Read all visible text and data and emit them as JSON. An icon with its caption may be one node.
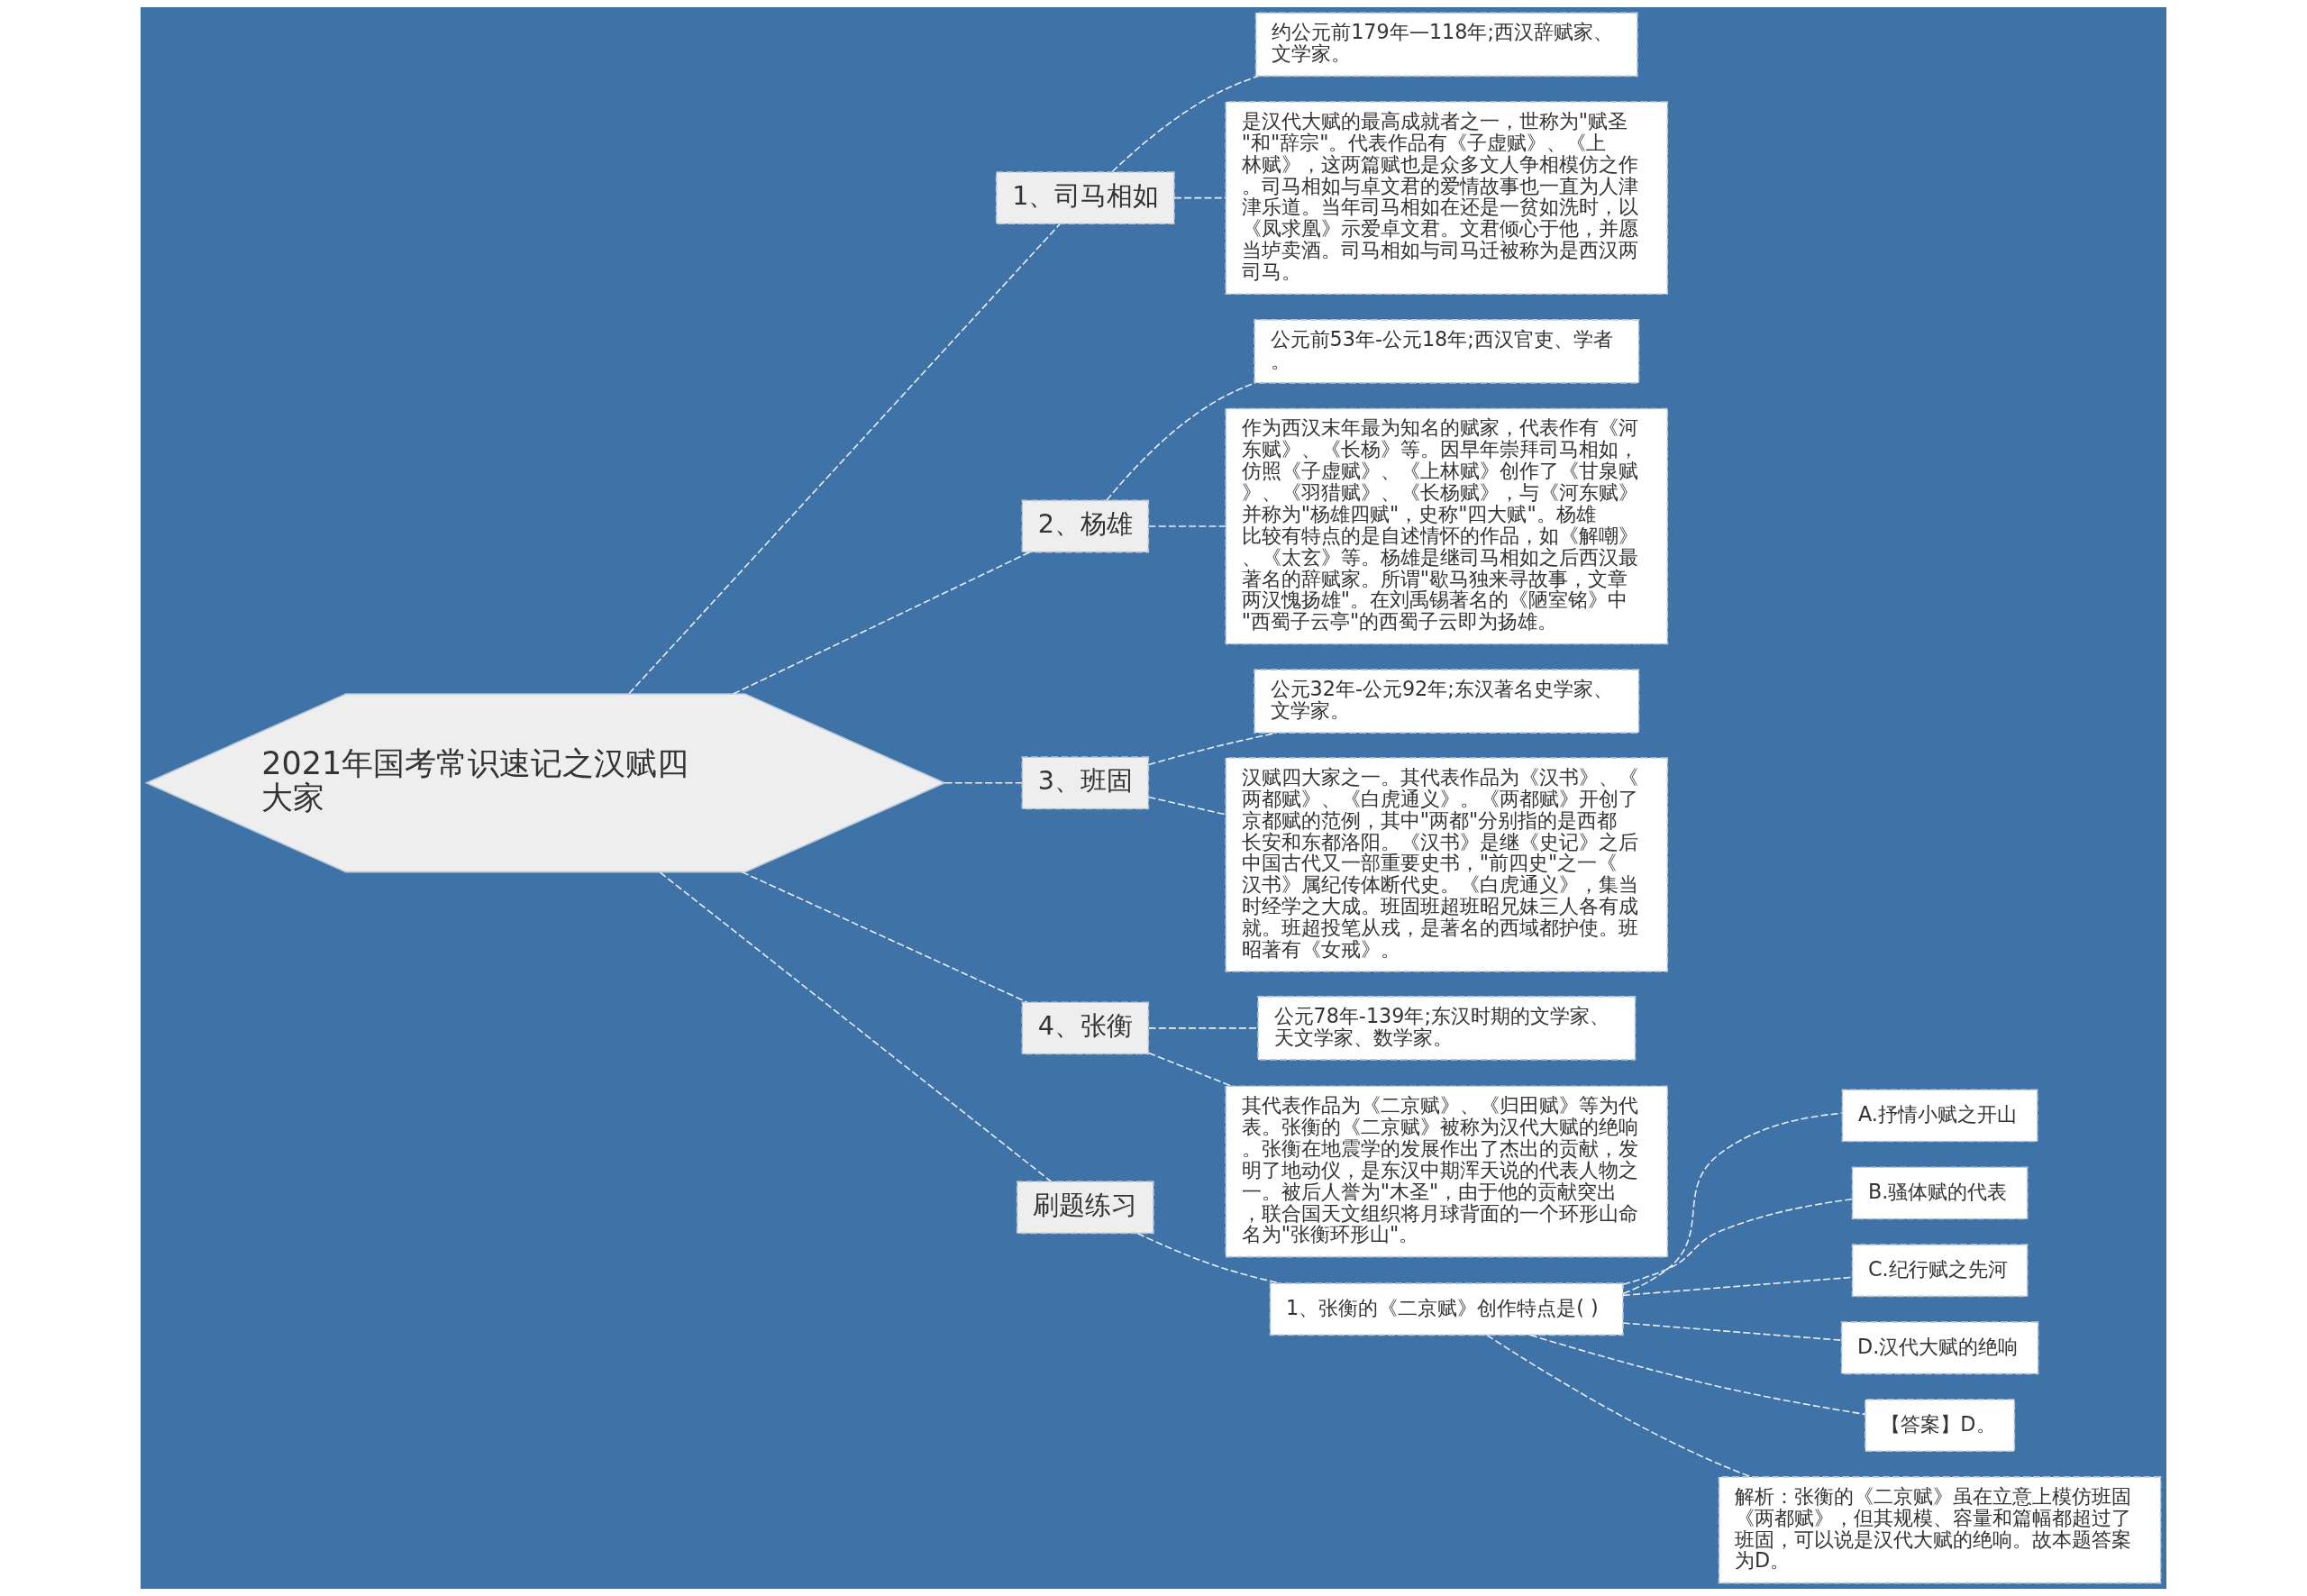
{
  "diagram": {
    "nodes": [
      {
        "text": [
          "2021年国考常识速记之汉赋四大家"
        ]
      },
      {
        "text": [
          "1、司马相如"
        ]
      },
      {
        "text": [
          "约公元前179年—118年;西汉辞赋家、文学家。"
        ]
      },
      {
        "text": [
          "是汉代大赋的最高成就者之一，世称为\"赋圣\"和\"辞宗\"。代表作品有《子虚赋》、《上林赋》，这两篇赋也是众多文人争相模仿之作。司马相如与卓文君的爱情故事也一直为人津津乐道。当年司马相如在还是一贫如洗时，以《凤求凰》示爱卓文君。文君倾心于他，并愿当垆卖酒。司马相如与司马迁被称为是西汉两司马。"
        ]
      },
      {
        "text": [
          "2、杨雄"
        ]
      },
      {
        "text": [
          "公元前53年-公元18年;西汉官吏、学者。"
        ]
      },
      {
        "text": [
          "作为西汉末年最为知名的赋家，代表作有《河东赋》、《长杨》等。因早年崇拜司马相如，仿照《子虚赋》、《上林赋》创作了《甘泉赋》、《羽猎赋》、《长杨赋》，与《河东赋》并称为\"杨雄四赋\"，史称\"四大赋\"。杨雄比较有特点的是自述情怀的作品，如《解嘲》、《太玄》等。杨雄是继司马相如之后西汉最著名的辞赋家。所谓\"歇马独来寻故事，文章两汉愧扬雄\"。在刘禹锡著名的《陋室铭》中\"西蜀子云亭\"的西蜀子云即为扬雄。"
        ]
      },
      {
        "text": [
          "3、班固"
        ]
      },
      {
        "text": [
          "公元32年-公元92年;东汉著名史学家、文学家。"
        ]
      },
      {
        "text": [
          "汉赋四大家之一。其代表作品为《汉书》、《两都赋》、《白虎通义》。《两都赋》开创了京都赋的范例，其中\"两都\"分别指的是西都长安和东都洛阳。《汉书》是继《史记》之后中国古代又一部重要史书，\"前四史\"之一《汉书》属纪传体断代史。《白虎通义》，集当时经学之大成。班固班超班昭兄妹三人各有成就。班超投笔从戎，是著名的西域都护使。班昭著有《女戒》。"
        ]
      },
      {
        "text": [
          "4、张衡"
        ]
      },
      {
        "text": [
          "公元78年-139年;东汉时期的文学家、天文学家、数学家。"
        ]
      },
      {
        "text": [
          "其代表作品为《二京赋》、《归田赋》等为代表。张衡的《二京赋》被称为汉代大赋的绝响。张衡在地震学的发展作出了杰出的贡献，发明了地动仪，是东汉中期浑天说的代表人物之一。被后人誉为\"木圣\"，由于他的贡献突出，联合国天文组织将月球背面的一个环形山命名为\"张衡环形山\"。"
        ]
      },
      {
        "text": [
          "刷题练习"
        ]
      },
      {
        "text": [
          "1、张衡的《二京赋》创作特点是( )"
        ]
      },
      {
        "text": [
          "A.抒情小赋之开山"
        ]
      },
      {
        "text": [
          "B.骚体赋的代表"
        ]
      },
      {
        "text": [
          "C.纪行赋之先河"
        ]
      },
      {
        "text": [
          "D.汉代大赋的绝响"
        ]
      },
      {
        "text": [
          "【答案】D。"
        ]
      },
      {
        "text": [
          "解析：张衡的《二京赋》虽在立意上模仿班固《两都赋》，但其规模、容量和篇幅都超过了班固，可以说是汉代大赋的绝响。故本题答案为D。"
        ]
      }
    ],
    "edges": [
      {
        "from": 0,
        "to": 1,
        "arrow": "none",
        "style": "dashed"
      },
      {
        "from": 1,
        "to": 2,
        "arrow": "none",
        "style": "dashed"
      },
      {
        "from": 1,
        "to": 3,
        "arrow": "none",
        "style": "dashed"
      },
      {
        "from": 0,
        "to": 4,
        "arrow": "none",
        "style": "dashed"
      },
      {
        "from": 4,
        "to": 5,
        "arrow": "none",
        "style": "dashed"
      },
      {
        "from": 4,
        "to": 6,
        "arrow": "none",
        "style": "dashed"
      },
      {
        "from": 0,
        "to": 7,
        "arrow": "none",
        "style": "dashed"
      },
      {
        "from": 7,
        "to": 8,
        "arrow": "none",
        "style": "dashed"
      },
      {
        "from": 7,
        "to": 9,
        "arrow": "none",
        "style": "dashed"
      },
      {
        "from": 0,
        "to": 10,
        "arrow": "none",
        "style": "dashed"
      },
      {
        "from": 10,
        "to": 11,
        "arrow": "none",
        "style": "dashed"
      },
      {
        "from": 10,
        "to": 12,
        "arrow": "none",
        "style": "dashed"
      },
      {
        "from": 0,
        "to": 13,
        "arrow": "none",
        "style": "dashed"
      },
      {
        "from": 13,
        "to": 14,
        "arrow": "none",
        "style": "dashed"
      },
      {
        "from": 14,
        "to": 15,
        "arrow": "none",
        "style": "dashed"
      },
      {
        "from": 14,
        "to": 16,
        "arrow": "none",
        "style": "dashed"
      },
      {
        "from": 14,
        "to": 17,
        "arrow": "none",
        "style": "dashed"
      },
      {
        "from": 14,
        "to": 18,
        "arrow": "none",
        "style": "dashed"
      },
      {
        "from": 14,
        "to": 19,
        "arrow": "none",
        "style": "dashed"
      },
      {
        "from": 14,
        "to": 20,
        "arrow": "none",
        "style": "dashed"
      }
    ]
  }
}
